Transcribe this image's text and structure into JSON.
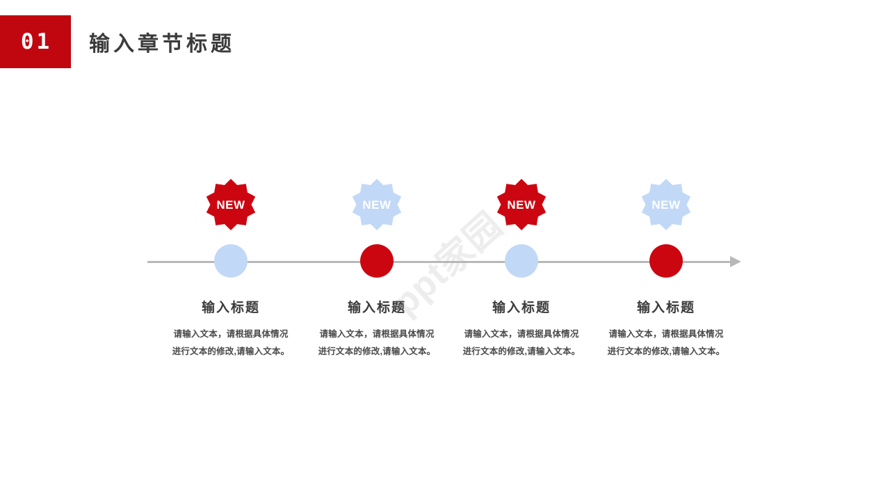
{
  "header": {
    "chapter_number": "01",
    "title": "输入章节标题",
    "badge_color": "#c00710",
    "title_color": "#3b3b3b"
  },
  "watermark": {
    "text": "ppt家园",
    "color": "#ededed"
  },
  "theme": {
    "red": "#cc0611",
    "light_blue": "#c2d8f7",
    "axis_gray": "#b8b8b8",
    "text_dark": "#3b3b3b",
    "text_body": "#4a4a4a"
  },
  "timeline": {
    "axis_label": "timeline-axis",
    "arrow_label": "timeline-arrow",
    "nodes": [
      {
        "badge_label": "NEW",
        "badge_color": "#cc0611",
        "badge_text_color": "#ffffff",
        "dot_color": "#c2d8f7",
        "title": "输入标题",
        "body_line1": "请输入文本，请根据具体情况",
        "body_line2": "进行文本的修改,请输入文本。"
      },
      {
        "badge_label": "NEW",
        "badge_color": "#c2d8f7",
        "badge_text_color": "#ffffff",
        "dot_color": "#cc0611",
        "title": "输入标题",
        "body_line1": "请输入文本，请根据具体情况",
        "body_line2": "进行文本的修改,请输入文本。"
      },
      {
        "badge_label": "NEW",
        "badge_color": "#cc0611",
        "badge_text_color": "#ffffff",
        "dot_color": "#c2d8f7",
        "title": "输入标题",
        "body_line1": "请输入文本，请根据具体情况",
        "body_line2": "进行文本的修改,请输入文本。"
      },
      {
        "badge_label": "NEW",
        "badge_color": "#c2d8f7",
        "badge_text_color": "#ffffff",
        "dot_color": "#cc0611",
        "title": "输入标题",
        "body_line1": "请输入文本，请根据具体情况",
        "body_line2": "进行文本的修改,请输入文本。"
      }
    ]
  }
}
